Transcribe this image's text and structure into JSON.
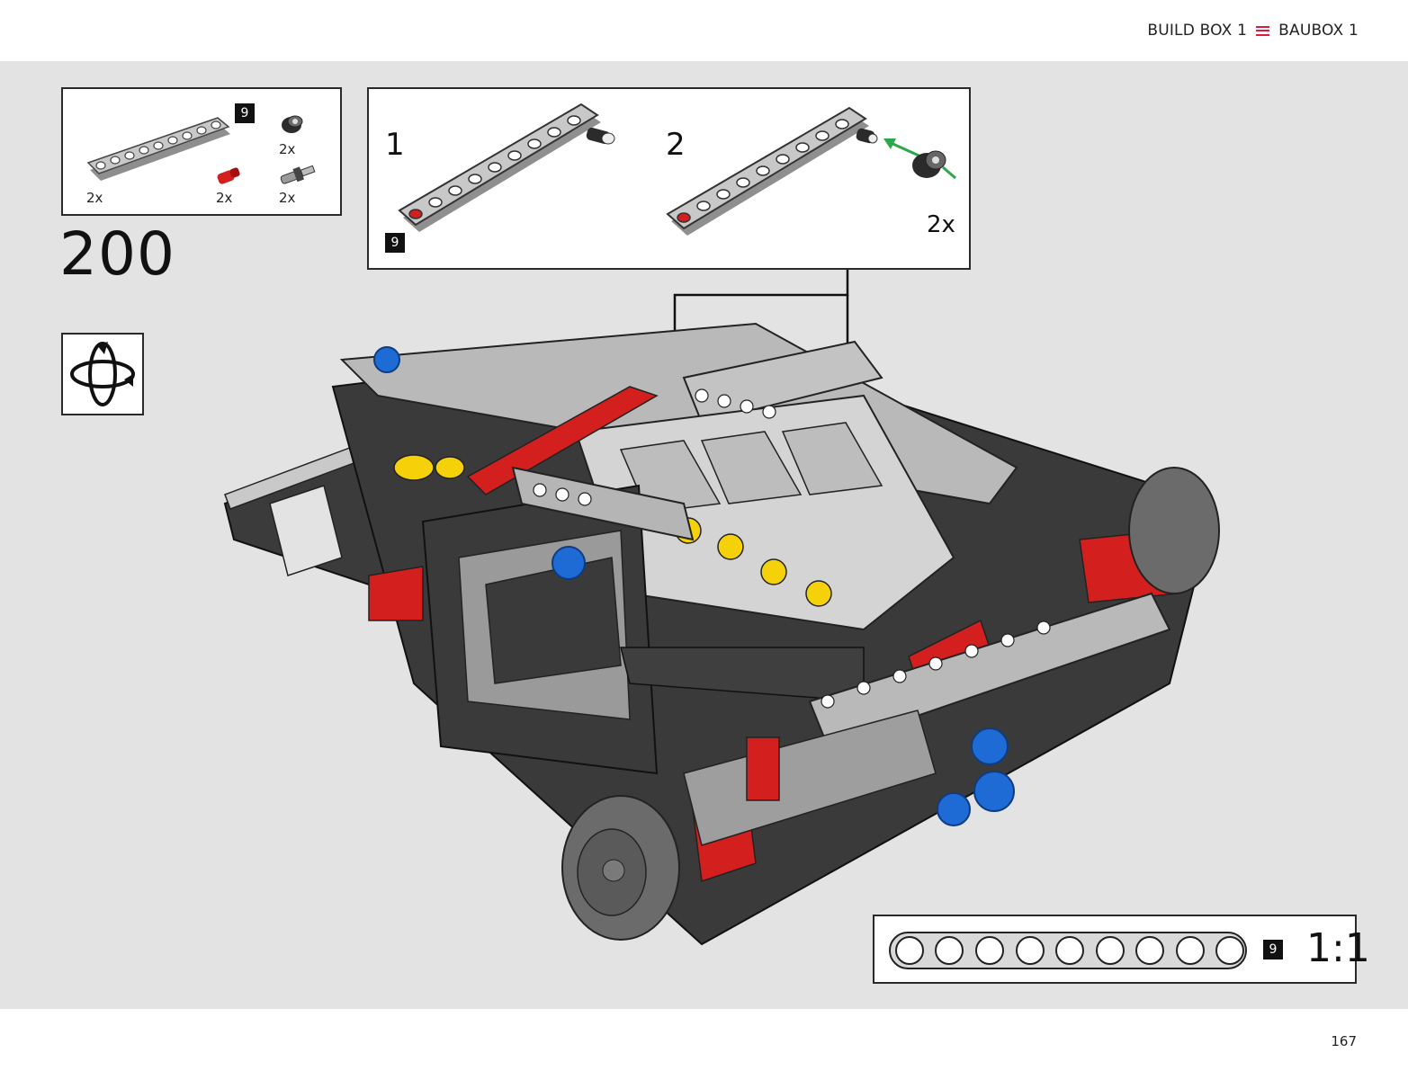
{
  "header": {
    "build_box_en": "BUILD BOX 1",
    "build_box_de": "BAUBOX 1",
    "menu_icon": "menu-icon",
    "accent_color": "#d81e3c"
  },
  "parts_list": {
    "items": [
      {
        "part": "technic-beam-9",
        "qty": "2x",
        "badge": "9"
      },
      {
        "part": "dark-bush",
        "qty": "2x"
      },
      {
        "part": "red-connector-pin",
        "qty": "2x"
      },
      {
        "part": "axle-pin",
        "qty": "2x"
      }
    ]
  },
  "step": {
    "number": "200",
    "rotate_icon": "rotate-model-icon"
  },
  "sub_assembly": {
    "steps": [
      {
        "label": "1"
      },
      {
        "label": "2"
      }
    ],
    "beam_badge": "9",
    "multiplier": "2x"
  },
  "scale_reference": {
    "badge": "9",
    "label": "1:1",
    "holes": 9
  },
  "footer": {
    "page_number": "167"
  },
  "colors": {
    "background": "#e3e3e3",
    "beam_grey": "#a9a9a9",
    "dark_grey": "#3a3a3a",
    "red": "#d41f1f",
    "yellow": "#f5d10a",
    "blue": "#1e6bd6"
  }
}
